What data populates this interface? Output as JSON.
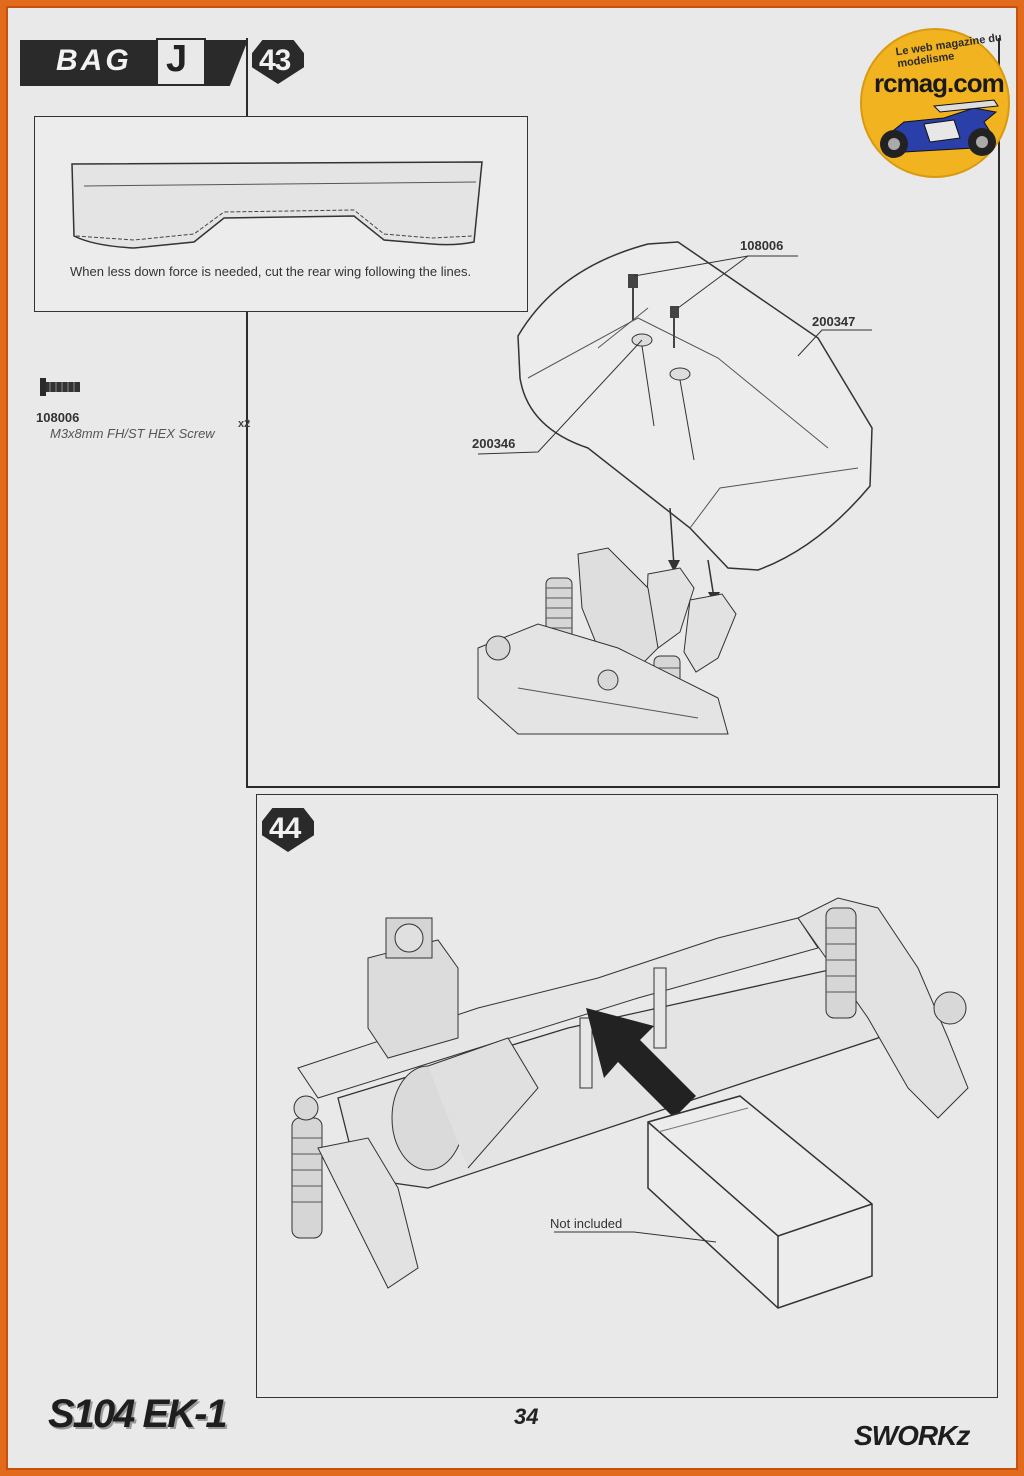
{
  "header": {
    "bag_label": "BAG",
    "bag_letter": "J",
    "step_a": "43",
    "step_b": "44"
  },
  "logo": {
    "site": "rcmag.com",
    "tagline": "Le web magazine du modelisme"
  },
  "step43": {
    "note": "When less down force is needed, cut the rear wing following the lines.",
    "callouts": {
      "screw": "108006",
      "wing": "200347",
      "washer": "200346"
    }
  },
  "parts_list": [
    {
      "part_no": "108006",
      "description": "M3x8mm FH/ST HEX Screw",
      "qty": "x2"
    }
  ],
  "step44": {
    "battery_note": "Not included"
  },
  "footer": {
    "page_number": "34",
    "model_name": "S104 EK-1",
    "brand": "SWORKz"
  }
}
